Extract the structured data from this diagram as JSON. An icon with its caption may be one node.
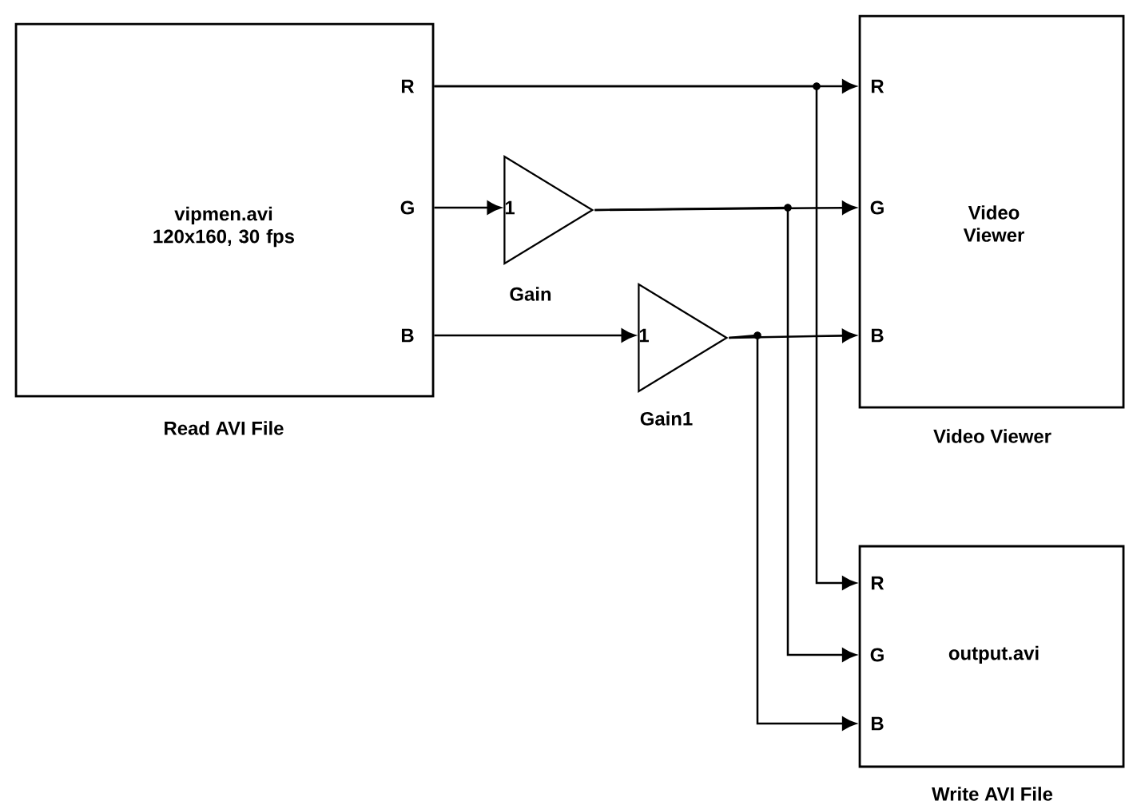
{
  "diagram": {
    "nodes": [
      {
        "text": [
          "vipmen.avi 120x160, 30 fps",
          "R",
          "G",
          "B"
        ],
        "beside": [
          "Read AVI File"
        ]
      },
      {
        "text": [
          "1"
        ],
        "beside": [
          "Gain"
        ]
      },
      {
        "text": [
          "1"
        ],
        "beside": [
          "Gain1"
        ]
      },
      {
        "text": [
          "R",
          "G",
          "Video Viewer",
          "B"
        ],
        "beside": [
          "Video Viewer"
        ]
      },
      {
        "text": [
          "R",
          "G",
          "output.avi",
          "B"
        ],
        "beside": [
          "Write AVI File"
        ]
      }
    ],
    "edges": [
      {
        "from": 0,
        "to": 3,
        "arrow": "to"
      },
      {
        "from": 0,
        "to": 1,
        "arrow": "to"
      },
      {
        "from": 0,
        "to": 2,
        "arrow": "to"
      },
      {
        "from": 1,
        "to": 3,
        "arrow": "to"
      },
      {
        "from": 2,
        "to": 3,
        "arrow": "to"
      },
      {
        "from": 0,
        "to": 4,
        "arrow": "to"
      },
      {
        "from": 1,
        "to": 4,
        "arrow": "to"
      },
      {
        "from": 2,
        "to": 4,
        "arrow": "to"
      }
    ]
  }
}
